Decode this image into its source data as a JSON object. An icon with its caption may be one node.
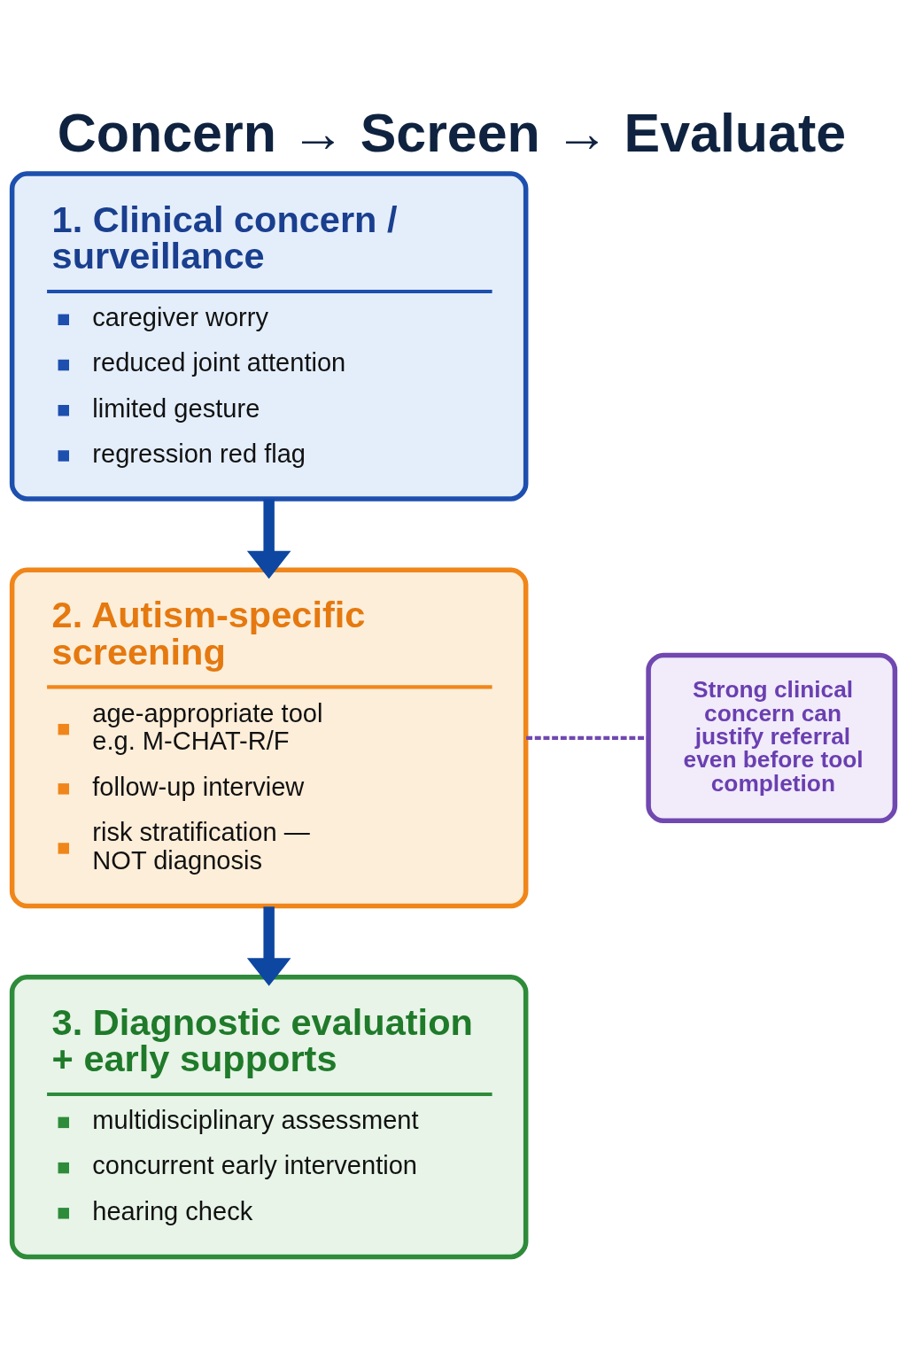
{
  "diagram": {
    "title": "Concern → Screen → Evaluate",
    "nodes": [
      {
        "text": [
          "1. Clinical concern / surveillance",
          "caregiver worry",
          "reduced joint attention",
          "limited gesture",
          "regression red flag"
        ]
      },
      {
        "text": [
          "2. Autism-specific screening",
          "age-appropriate tool e.g. M-CHAT-R/F",
          "follow-up interview",
          "risk stratification — NOT diagnosis"
        ]
      },
      {
        "text": [
          "Strong clinical concern can justify referral even before tool completion"
        ]
      },
      {
        "text": [
          "3. Diagnostic evaluation + early supports",
          "multidisciplinary assessment",
          "concurrent early intervention",
          "hearing check"
        ]
      }
    ],
    "edges": [
      {
        "from": 0,
        "to": 1,
        "arrow": "to"
      },
      {
        "from": 1,
        "to": 2,
        "arrow": "none",
        "style": "dashed",
        "color": "#7048b0"
      },
      {
        "from": 1,
        "to": 3,
        "arrow": "to"
      }
    ]
  }
}
